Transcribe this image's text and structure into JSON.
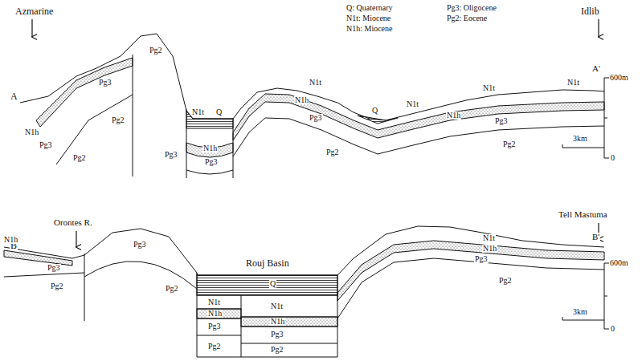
{
  "diagram": {
    "labels": [
      "Azmarine",
      "Idlib",
      "Q: Quaternary",
      "N1t: Miocene",
      "N1h: Miocene",
      "Pg3: Oligocene",
      "Pg2: Eocene",
      "A'",
      "600m",
      "A",
      "0",
      "3km",
      "Pg3",
      "Pg2",
      "Pg2",
      "N1h",
      "Pg3",
      "Pg2",
      "N1t",
      "Q",
      "Pg3",
      "N1h",
      "Pg3",
      "N1t",
      "N1h",
      "Pg3",
      "Pg2",
      "Q",
      "N1t",
      "N1h",
      "N1t",
      "Pg3",
      "Pg2",
      "N1t",
      "B",
      "Orontes R.",
      "Rouj Basin",
      "Tell Mastuma",
      "B'",
      "600m",
      "0",
      "3km",
      "N1h",
      "Pg3",
      "Pg2",
      "Pg3",
      "Pg2",
      "N1t",
      "N1h",
      "Pg3",
      "Pg2",
      "Q",
      "N1t",
      "N1h",
      "Pg3",
      "Pg2",
      "N1t",
      "N1h",
      "Pg3",
      "Pg2"
    ]
  }
}
